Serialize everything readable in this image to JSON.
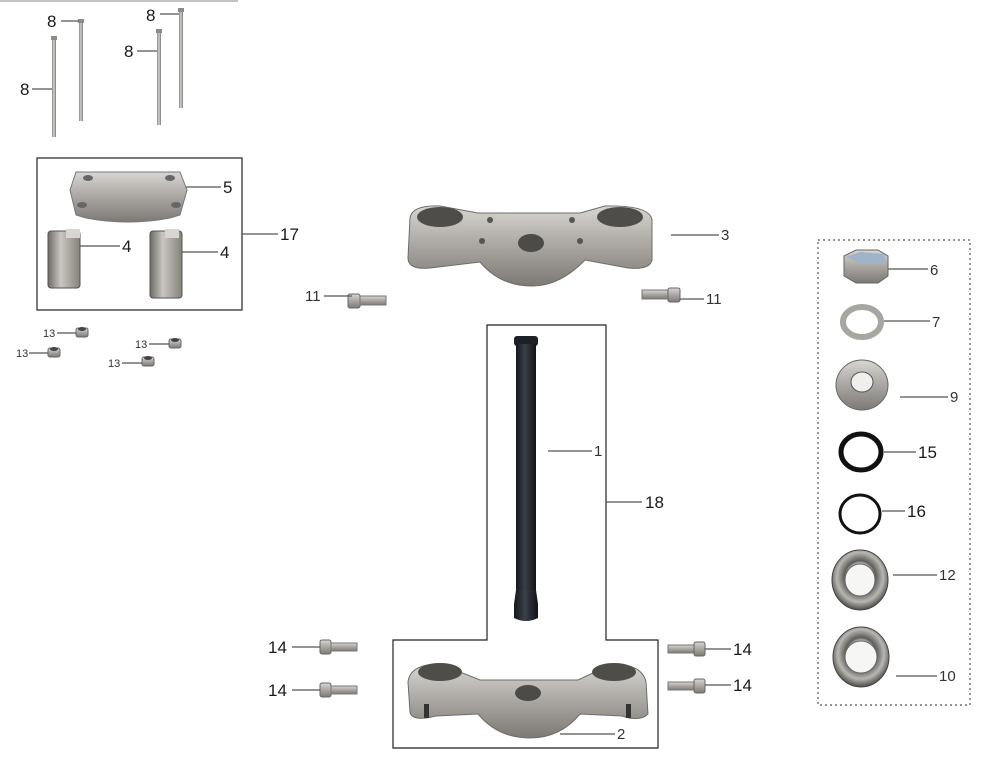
{
  "callouts": {
    "c1": "1",
    "c2": "2",
    "c3": "3",
    "c4a": "4",
    "c4b": "4",
    "c5": "5",
    "c6": "6",
    "c7": "7",
    "c8a": "8",
    "c8b": "8",
    "c8c": "8",
    "c8d": "8",
    "c9": "9",
    "c10": "10",
    "c11a": "11",
    "c11b": "11",
    "c12": "12",
    "c13a": "13",
    "c13b": "13",
    "c13c": "13",
    "c13d": "13",
    "c14a": "14",
    "c14b": "14",
    "c14c": "14",
    "c14d": "14",
    "c15": "15",
    "c16": "16",
    "c17": "17",
    "c18": "18"
  }
}
